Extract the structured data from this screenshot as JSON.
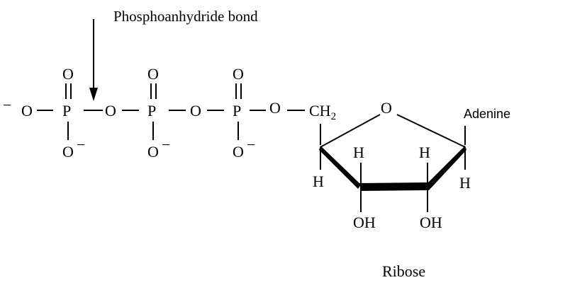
{
  "annotation": {
    "label": "Phosphoanhydride bond"
  },
  "atoms": {
    "o_minus_left": "O",
    "p1": "P",
    "p1_oxo": "O",
    "p1_oxy": "O",
    "bridge1": "O",
    "p2": "P",
    "p2_oxo": "O",
    "p2_oxy": "O",
    "bridge2": "O",
    "p3": "P",
    "p3_oxo": "O",
    "p3_oxy": "O",
    "ester_o": "O",
    "ch2": "CH",
    "ch2_sub": "2",
    "ring_o": "O",
    "h_c4": "H",
    "h_c3_top": "H",
    "h_c2_top": "H",
    "h_c1": "H",
    "oh_c3": "OH",
    "oh_c2": "OH",
    "minus": "−"
  },
  "labels": {
    "adenine": "Adenine",
    "ribose": "Ribose"
  }
}
